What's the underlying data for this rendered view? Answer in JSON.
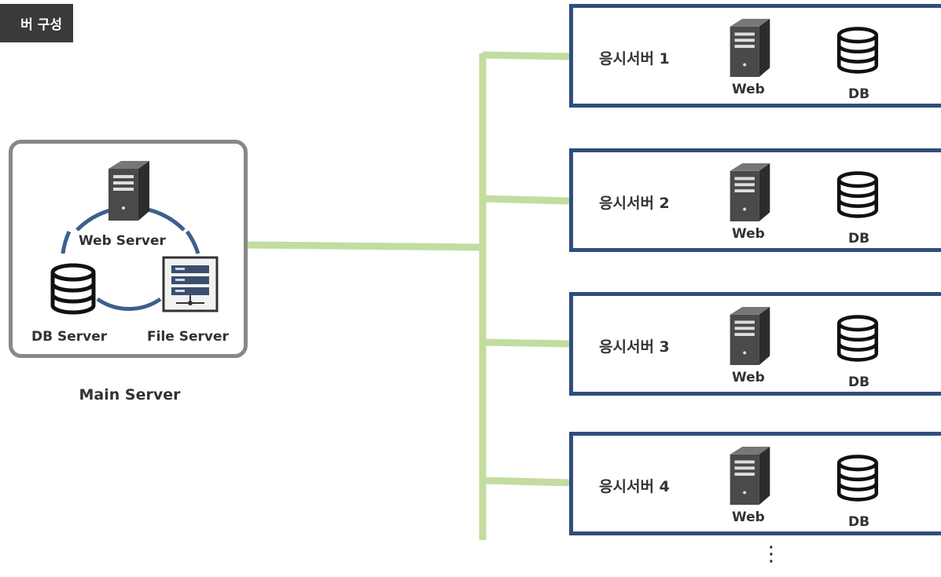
{
  "title": "버 구성",
  "main_server": {
    "caption": "Main Server",
    "web_label": "Web Server",
    "db_label": "DB Server",
    "file_label": "File Server"
  },
  "sub_servers": [
    {
      "title": "응시서버 1",
      "web_label": "Web",
      "db_label": "DB"
    },
    {
      "title": "응시서버 2",
      "web_label": "Web",
      "db_label": "DB"
    },
    {
      "title": "응시서버 3",
      "web_label": "Web",
      "db_label": "DB"
    },
    {
      "title": "응시서버 4",
      "web_label": "Web",
      "db_label": "DB"
    }
  ],
  "continuation": "⋮",
  "colors": {
    "line": "#c3dca0",
    "sub_border": "#2f4d7e",
    "main_border": "#888888",
    "ring": "#3d5f8e"
  },
  "icons": [
    "server-tower-icon",
    "database-icon",
    "file-server-icon"
  ]
}
